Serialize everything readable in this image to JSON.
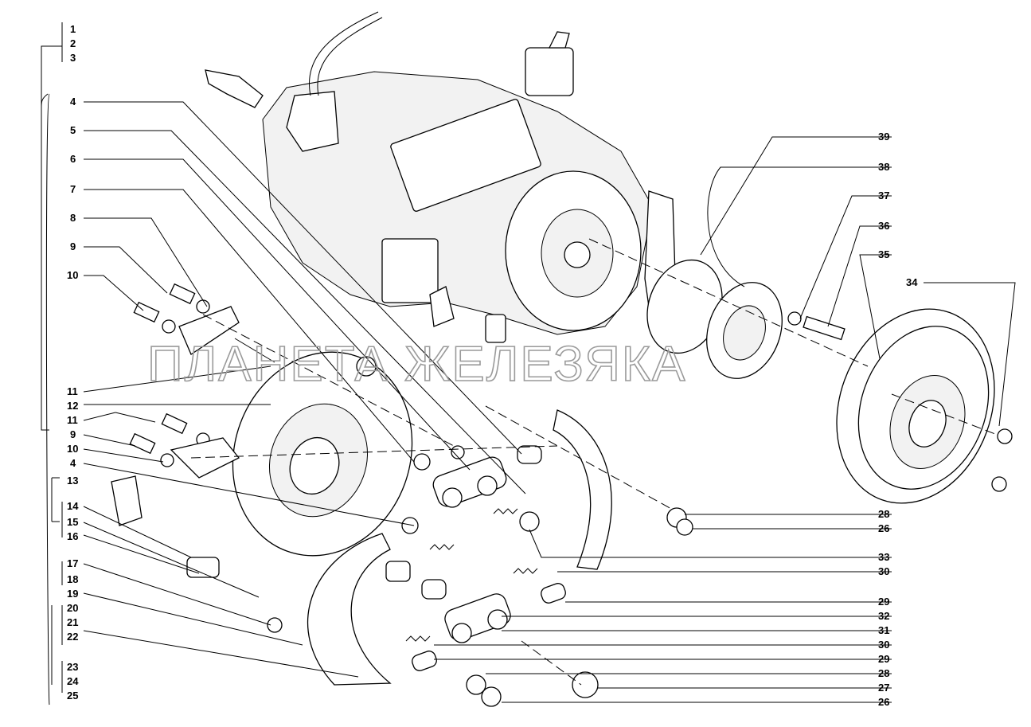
{
  "watermark": "ПЛАНЕТА ЖЕЛЕЗЯКА",
  "labels_left": [
    "1",
    "2",
    "3",
    "4",
    "5",
    "6",
    "7",
    "8",
    "9",
    "10",
    "11",
    "12",
    "11",
    "9",
    "10",
    "4",
    "13",
    "14",
    "15",
    "16",
    "17",
    "18",
    "19",
    "20",
    "21",
    "22",
    "23",
    "24",
    "25"
  ],
  "labels_right": [
    "39",
    "38",
    "37",
    "36",
    "35",
    "34",
    "28",
    "26",
    "33",
    "30",
    "29",
    "32",
    "31",
    "30",
    "29",
    "28",
    "27",
    "26"
  ]
}
